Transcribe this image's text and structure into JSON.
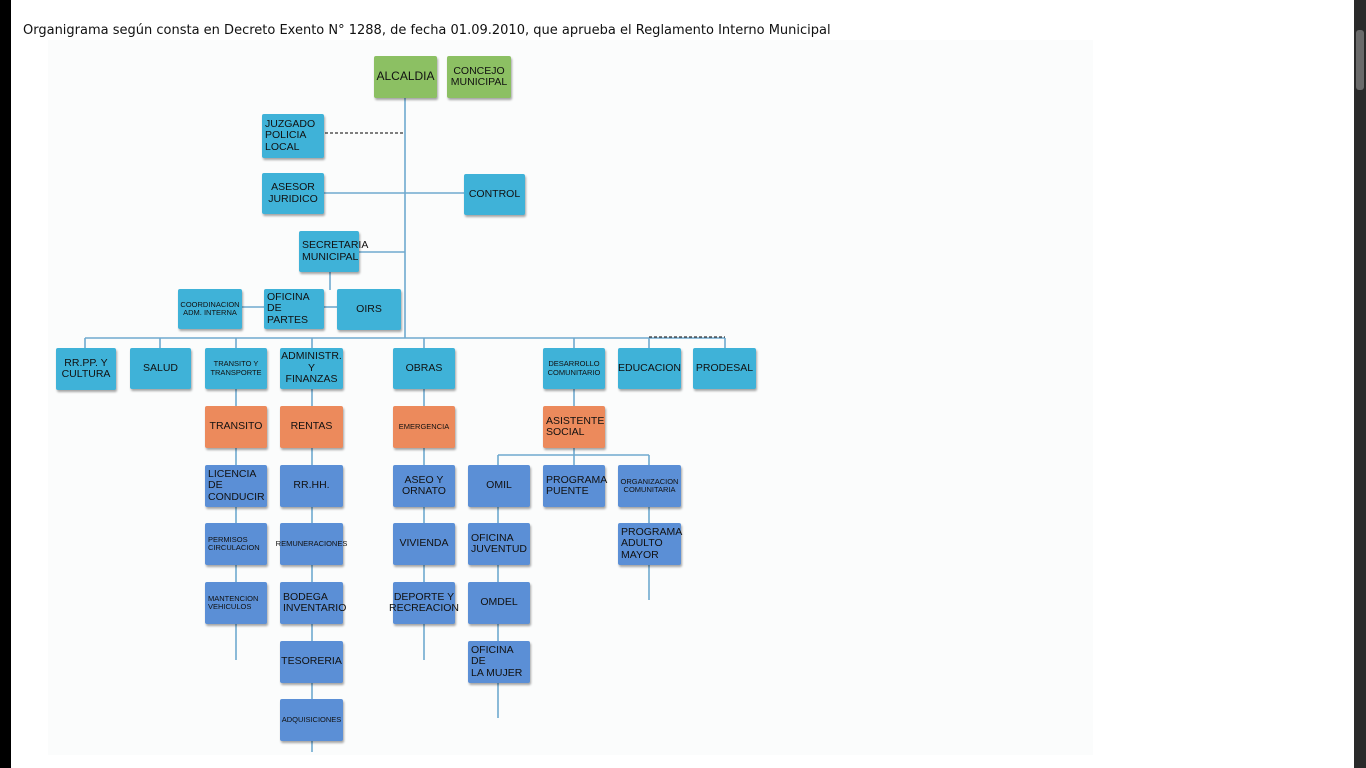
{
  "caption": "Organigrama según consta en Decreto Exento N° 1288, de fecha 01.09.2010, que aprueba el Reglamento Interno Municipal",
  "colors": {
    "top_level": "#8cc063",
    "direcciones": "#3fb2d8",
    "departamentos": "#5b8fd6",
    "jefaturas": "#ec8a5c",
    "connector": "#6fa9cf"
  },
  "nodes": {
    "alcaldia": "ALCALDIA",
    "concejo": "CONCEJO\nMUNICIPAL",
    "juzgado": "JUZGADO\nPOLICIA\nLOCAL",
    "asesor": "ASESOR\nJURIDICO",
    "control": "CONTROL",
    "secretaria": "SECRETARIA\nMUNICIPAL",
    "coordinacion": "COORDINACION\nADM. INTERNA",
    "oficina_partes": "OFICINA DE\nPARTES",
    "oirs": "OIRS",
    "rrpp": "RR.PP. Y\nCULTURA",
    "salud": "SALUD",
    "transito_transporte": "TRANSITO Y\nTRANSPORTE",
    "administr": "ADMINISTR.\nY FINANZAS",
    "obras": "OBRAS",
    "desarrollo": "DESARROLLO\nCOMUNITARIO",
    "educacion": "EDUCACION",
    "prodesal": "PRODESAL",
    "transito": "TRANSITO",
    "rentas": "RENTAS",
    "emergencia": "EMERGENCIA",
    "asistente": "ASISTENTE\nSOCIAL",
    "licencia": "LICENCIA\nDE\nCONDUCIR",
    "permisos": "PERMISOS\nCIRCULACION",
    "mantencion": "MANTENCION\nVEHICULOS",
    "rrhh": "RR.HH.",
    "remuneraciones": "REMUNERACIONES",
    "bodega": "BODEGA\nINVENTARIO",
    "tesoreria": "TESORERIA",
    "adquisiciones": "ADQUISICIONES",
    "aseo": "ASEO Y\nORNATO",
    "vivienda": "VIVIENDA",
    "deporte": "DEPORTE Y\nRECREACION",
    "omil": "OMIL",
    "oficina_juventud": "OFICINA\nJUVENTUD",
    "omdel": "OMDEL",
    "oficina_mujer": "OFICINA DE\nLA MUJER",
    "programa_puente": "PROGRAMA\nPUENTE",
    "organizacion": "ORGANIZACION\nCOMUNITARIA",
    "adulto_mayor": "PROGRAMA\nADULTO\nMAYOR"
  }
}
